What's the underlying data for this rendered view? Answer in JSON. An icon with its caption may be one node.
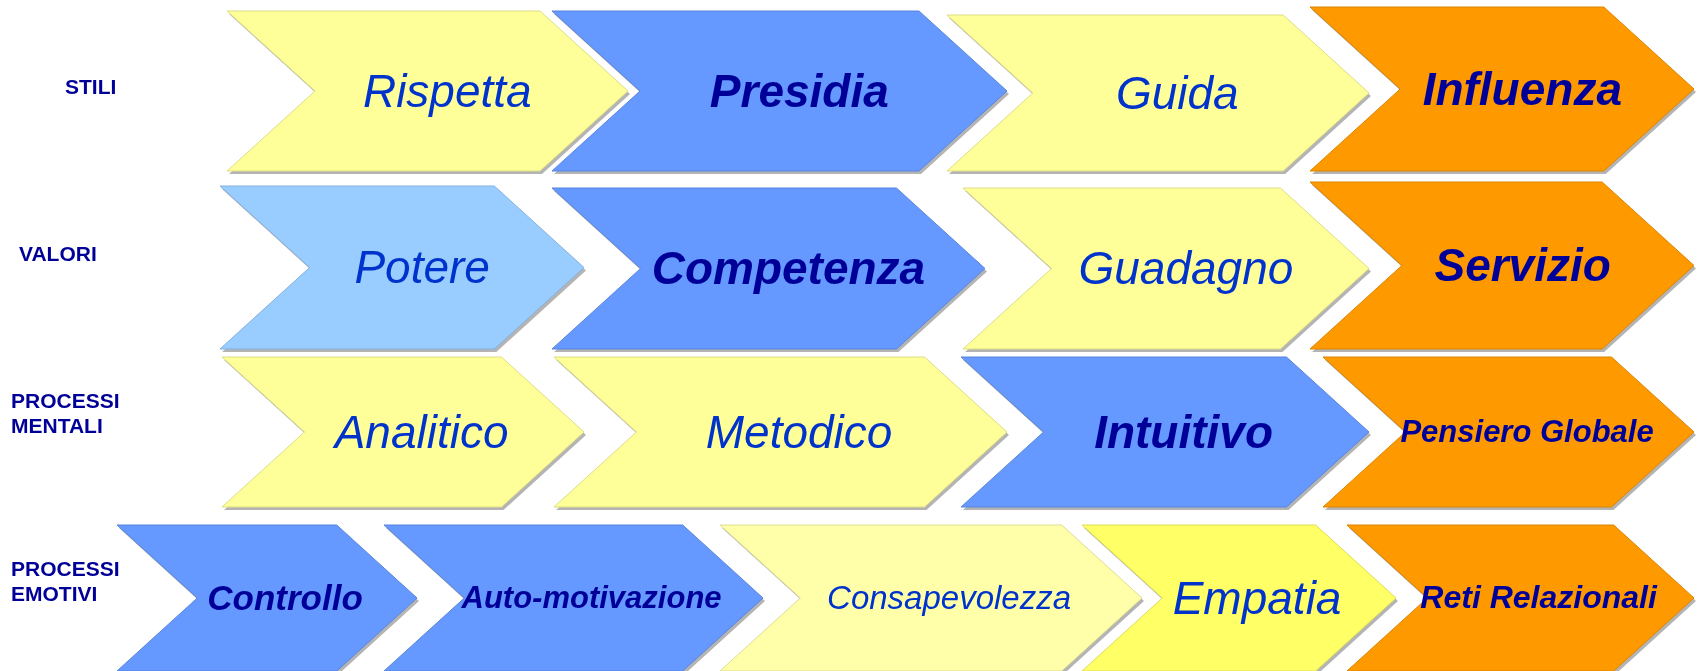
{
  "diagram": {
    "nodes": [
      {
        "text": [
          "Rispetta"
        ]
      },
      {
        "text": [
          "Presidia"
        ]
      },
      {
        "text": [
          "Guida"
        ]
      },
      {
        "text": [
          "Influenza"
        ]
      },
      {
        "text": [
          "Potere"
        ]
      },
      {
        "text": [
          "Competenza"
        ]
      },
      {
        "text": [
          "Guadagno"
        ]
      },
      {
        "text": [
          "Servizio"
        ]
      },
      {
        "text": [
          "Analitico"
        ]
      },
      {
        "text": [
          "Metodico"
        ]
      },
      {
        "text": [
          "Intuitivo"
        ]
      },
      {
        "text": [
          "Pensiero Globale"
        ]
      },
      {
        "text": [
          "Controllo"
        ]
      },
      {
        "text": [
          "Auto-motivazione"
        ]
      },
      {
        "text": [
          "Consapevolezza"
        ]
      },
      {
        "text": [
          "Empatia"
        ]
      },
      {
        "text": [
          "Reti Relazionali"
        ]
      }
    ],
    "edges": [],
    "labels": [
      "STILI",
      "VALORI",
      "PROCESSI MENTALI",
      "PROCESSI EMOTIVI"
    ]
  }
}
